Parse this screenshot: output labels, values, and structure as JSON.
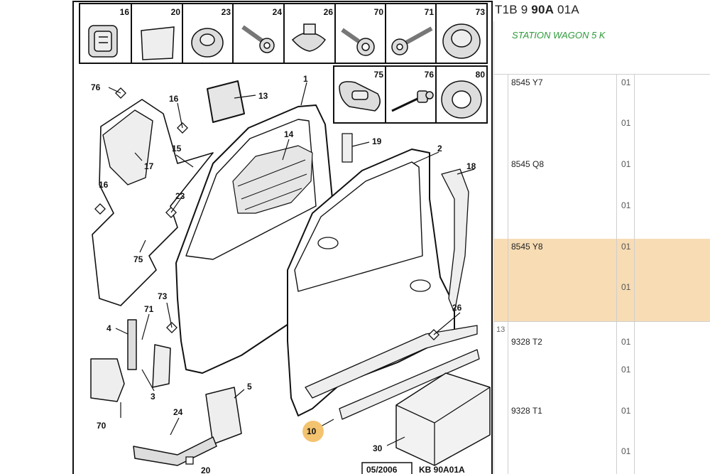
{
  "diagram": {
    "legend_parts": [
      {
        "num": "16",
        "icon": "door-plug-icon"
      },
      {
        "num": "20",
        "icon": "adhesive-pad-icon"
      },
      {
        "num": "23",
        "icon": "round-plug-icon"
      },
      {
        "num": "24",
        "icon": "bolt-icon"
      },
      {
        "num": "26",
        "icon": "clip-icon"
      },
      {
        "num": "70",
        "icon": "flange-bolt-icon"
      },
      {
        "num": "71",
        "icon": "screw-washer-icon"
      },
      {
        "num": "73",
        "icon": "grommet-cap-icon"
      },
      {
        "num": "75",
        "icon": "oval-clip-icon"
      },
      {
        "num": "76",
        "icon": "pin-rivet-icon"
      },
      {
        "num": "80",
        "icon": "ring-grommet-icon"
      }
    ],
    "callouts": [
      "76",
      "16",
      "13",
      "1",
      "14",
      "15",
      "17",
      "16",
      "23",
      "19",
      "2",
      "18",
      "75",
      "73",
      "71",
      "4",
      "26",
      "3",
      "70",
      "5",
      "24",
      "20",
      "10",
      "30"
    ],
    "footer": {
      "date": "05/2006",
      "code": "KB 90A01A"
    }
  },
  "catalog": {
    "header": {
      "prefix": "T1B 9",
      "bold": "90A",
      "suffix": "01A"
    },
    "model": "STATION WAGON 5 K",
    "section_number": "13",
    "rows": [
      {
        "ref": "8545 Y7",
        "qty": [
          "01",
          "01"
        ]
      },
      {
        "ref": "8545 Q8",
        "qty": [
          "01",
          "01"
        ]
      },
      {
        "ref": "8545 Y8",
        "qty": [
          "01",
          "01"
        ]
      },
      {
        "ref": "9328 T2",
        "qty": [
          "01",
          "01"
        ]
      },
      {
        "ref": "9328 T1",
        "qty": [
          "01",
          "01"
        ]
      }
    ],
    "highlight_color": "#f7dcb4",
    "model_color": "#2e9a3a"
  }
}
